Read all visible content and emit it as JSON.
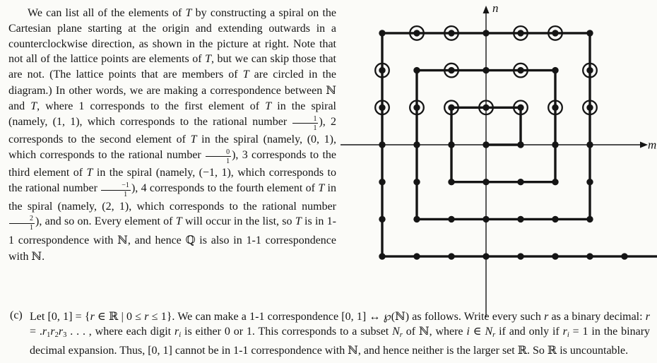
{
  "paragraph_main": {
    "segments": [
      {
        "t": "We can list all of the elements of "
      },
      {
        "t": "T",
        "i": true
      },
      {
        "t": " by constructing a spiral on the Cartesian plane starting at the origin and extending outwards in a counterclockwise direction, as shown in the picture at right. Note that not all of the lattice points are elements of "
      },
      {
        "t": "T",
        "i": true
      },
      {
        "t": ", but we can skip those that are not. (The lattice points that are members of "
      },
      {
        "t": "T",
        "i": true
      },
      {
        "t": " are circled in the diagram.) In other words, we are making a correspondence between "
      },
      {
        "t": "ℕ",
        "bb": true
      },
      {
        "t": " and "
      },
      {
        "t": "T",
        "i": true
      },
      {
        "t": ", where 1 corresponds to the first element of "
      },
      {
        "t": "T",
        "i": true
      },
      {
        "t": " in the spiral (namely, (1, 1), which corresponds to the rational number "
      },
      {
        "frac": [
          "1",
          "1"
        ]
      },
      {
        "t": "), 2 corresponds to the second element of "
      },
      {
        "t": "T",
        "i": true
      },
      {
        "t": " in the spiral (namely, (0, 1), which corresponds to the rational number "
      },
      {
        "frac": [
          "0",
          "1"
        ]
      },
      {
        "t": "), 3 corresponds to the third element of "
      },
      {
        "t": "T",
        "i": true
      },
      {
        "t": " in the spiral (namely, (−1, 1), which corresponds to the rational number "
      },
      {
        "frac": [
          "−1",
          "1"
        ]
      },
      {
        "t": "), 4 corresponds to the fourth element of "
      },
      {
        "t": "T",
        "i": true
      },
      {
        "t": " in the spiral (namely, (2, 1), which corresponds to the rational number "
      },
      {
        "frac": [
          "2",
          "1"
        ]
      },
      {
        "t": "), and so on. Every element of "
      },
      {
        "t": "T",
        "i": true
      },
      {
        "t": " will occur in the list, so "
      },
      {
        "t": "T",
        "i": true
      },
      {
        "t": " is in 1-1 correspondence with "
      },
      {
        "t": "ℕ",
        "bb": true
      },
      {
        "t": ", and hence "
      },
      {
        "t": "ℚ",
        "bb": true
      },
      {
        "t": " is also in 1-1 correspondence with "
      },
      {
        "t": "ℕ",
        "bb": true
      },
      {
        "t": "."
      }
    ]
  },
  "item_c": {
    "label": "(c)",
    "segments": [
      {
        "t": "Let [0, 1] = {"
      },
      {
        "t": "r",
        "i": true
      },
      {
        "t": " ∈ "
      },
      {
        "t": "ℝ",
        "bb": true
      },
      {
        "t": " | 0 ≤ "
      },
      {
        "t": "r",
        "i": true
      },
      {
        "t": " ≤ 1}. We can make a 1-1 correspondence [0, 1] ↔ "
      },
      {
        "t": "℘",
        "bb": true
      },
      {
        "t": "("
      },
      {
        "t": "ℕ",
        "bb": true
      },
      {
        "t": ") as follows. Write every such "
      },
      {
        "t": "r",
        "i": true
      },
      {
        "t": " as a binary decimal: "
      },
      {
        "t": "r",
        "i": true
      },
      {
        "t": " = ."
      },
      {
        "t": "r",
        "i": true
      },
      {
        "t": "1",
        "sub": true
      },
      {
        "t": "r",
        "i": true
      },
      {
        "t": "2",
        "sub": true
      },
      {
        "t": "r",
        "i": true
      },
      {
        "t": "3",
        "sub": true
      },
      {
        "t": " . . . , where each digit "
      },
      {
        "t": "r",
        "i": true
      },
      {
        "t": "i",
        "i": true,
        "sub": true
      },
      {
        "t": " is either 0 or 1. This corresponds to a subset "
      },
      {
        "t": "N",
        "i": true
      },
      {
        "t": "r",
        "i": true,
        "sub": true
      },
      {
        "t": " of "
      },
      {
        "t": "ℕ",
        "bb": true
      },
      {
        "t": ", where "
      },
      {
        "t": "i",
        "i": true
      },
      {
        "t": " ∈ "
      },
      {
        "t": "N",
        "i": true
      },
      {
        "t": "r",
        "i": true,
        "sub": true
      },
      {
        "t": " if and only if "
      },
      {
        "t": "r",
        "i": true
      },
      {
        "t": "i",
        "i": true,
        "sub": true
      },
      {
        "t": " = 1 in the binary decimal expansion. Thus, [0, 1] cannot be in 1-1 correspondence with "
      },
      {
        "t": "ℕ",
        "bb": true
      },
      {
        "t": ", and hence neither is the larger set "
      },
      {
        "t": "ℝ",
        "bb": true
      },
      {
        "t": ". So "
      },
      {
        "t": "ℝ",
        "bb": true
      },
      {
        "t": " is uncountable."
      }
    ]
  },
  "diagram": {
    "axis_labels": {
      "vertical": "n",
      "horizontal": "m"
    },
    "spiral_vertices": [
      [
        0,
        0
      ],
      [
        1,
        0
      ],
      [
        1,
        1
      ],
      [
        -1,
        1
      ],
      [
        -1,
        -1
      ],
      [
        2,
        -1
      ],
      [
        2,
        2
      ],
      [
        -2,
        2
      ],
      [
        -2,
        -2
      ],
      [
        3,
        -2
      ],
      [
        3,
        3
      ],
      [
        -3,
        3
      ],
      [
        -3,
        -3
      ],
      [
        5,
        -3
      ]
    ],
    "circled": [
      [
        -3,
        1
      ],
      [
        -2,
        1
      ],
      [
        -1,
        1
      ],
      [
        0,
        1
      ],
      [
        1,
        1
      ],
      [
        2,
        1
      ],
      [
        3,
        1
      ],
      [
        -3,
        2
      ],
      [
        -1,
        2
      ],
      [
        1,
        2
      ],
      [
        3,
        2
      ],
      [
        -2,
        3
      ],
      [
        -1,
        3
      ],
      [
        1,
        3
      ],
      [
        2,
        3
      ]
    ]
  }
}
